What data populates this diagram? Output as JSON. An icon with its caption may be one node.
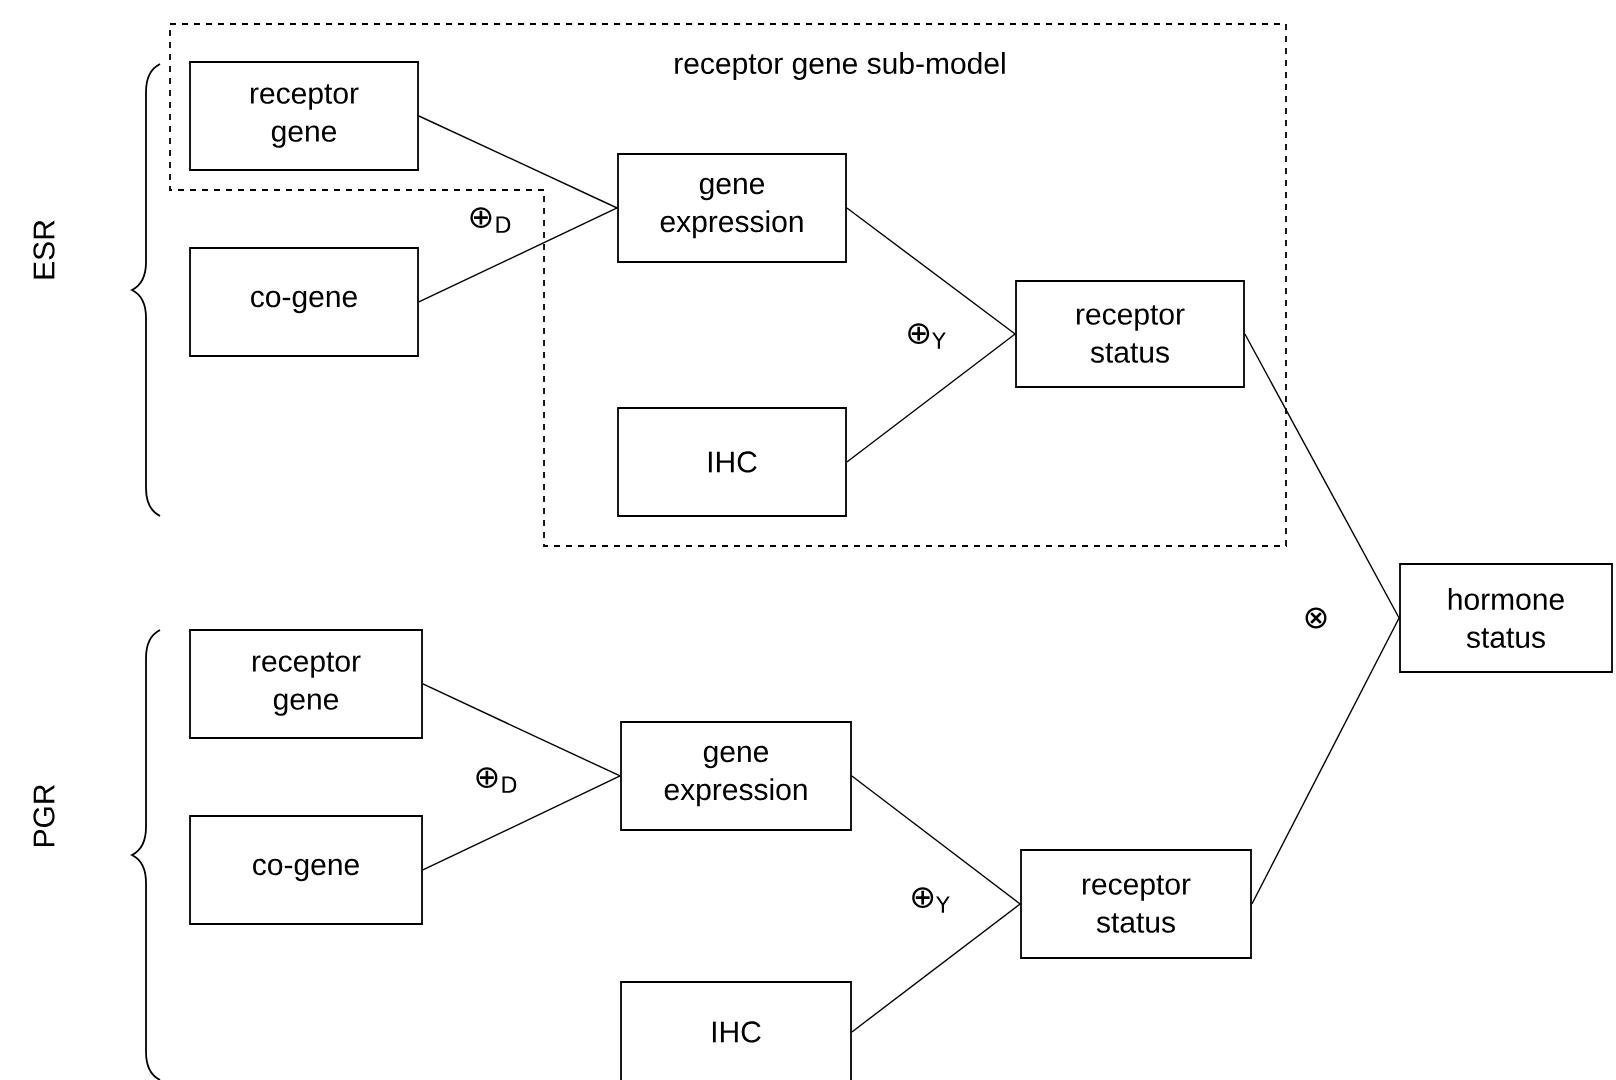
{
  "diagram": {
    "nodes": [
      {
        "text": [
          "receptor gene sub-model"
        ]
      },
      {
        "text": [
          "receptor gene"
        ],
        "in": 0
      },
      {
        "text": [
          "co-gene"
        ]
      },
      {
        "text": [
          "gene expression"
        ],
        "in": 0
      },
      {
        "text": [
          "IHC"
        ],
        "in": 0
      },
      {
        "text": [
          "receptor status"
        ],
        "in": 0
      },
      {
        "text": [
          "hormone status"
        ]
      },
      {
        "text": [
          "receptor gene"
        ]
      },
      {
        "text": [
          "co-gene"
        ]
      },
      {
        "text": [
          "gene expression"
        ]
      },
      {
        "text": [
          "IHC"
        ]
      },
      {
        "text": [
          "receptor status"
        ]
      }
    ],
    "edges": [
      {
        "from": 1,
        "to": 3,
        "arrow": "none"
      },
      {
        "from": 2,
        "to": 3,
        "arrow": "none"
      },
      {
        "from": 3,
        "to": 5,
        "arrow": "none"
      },
      {
        "from": 4,
        "to": 5,
        "arrow": "none"
      },
      {
        "from": 5,
        "to": 6,
        "arrow": "none"
      },
      {
        "from": 7,
        "to": 9,
        "arrow": "none"
      },
      {
        "from": 8,
        "to": 9,
        "arrow": "none"
      },
      {
        "from": 9,
        "to": 11,
        "arrow": "none"
      },
      {
        "from": 10,
        "to": 11,
        "arrow": "none"
      },
      {
        "from": 11,
        "to": 6,
        "arrow": "none"
      }
    ],
    "labels": [
      "ESR",
      "⊕$_{D}$",
      "⊕$_{Y}$",
      "⊗",
      "PGR",
      "⊕$_{D}$",
      "⊕$_{Y}$"
    ]
  }
}
